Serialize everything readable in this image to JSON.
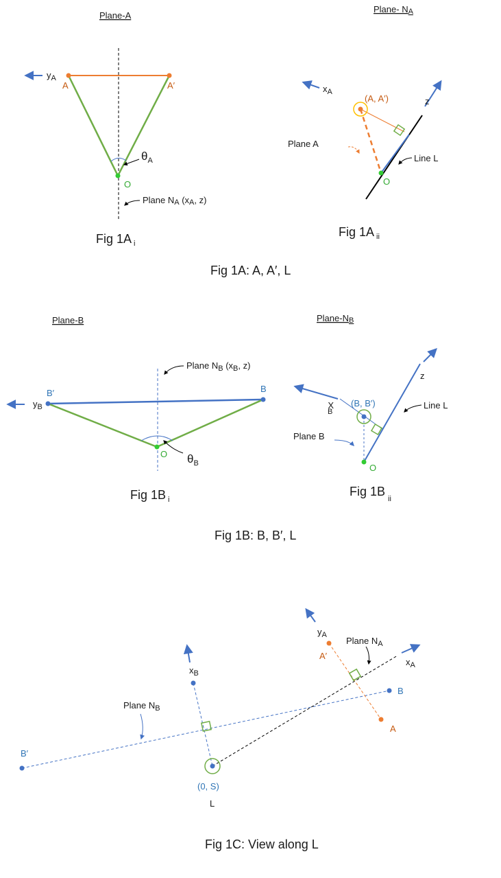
{
  "fig1a": {
    "plane_a_title": "Plane-A",
    "plane_na_title": "Plane- N",
    "plane_na_sub": "A",
    "label_y": "y",
    "label_y_sub": "A",
    "label_a": "A",
    "label_a_prime": "A′",
    "label_theta": "θ",
    "label_theta_sub": "A",
    "label_o": "O",
    "label_plane_na": "Plane N",
    "label_plane_na_sub": "A",
    "label_plane_na_rest": " (x",
    "label_plane_na_sub2": "A",
    "label_plane_na_end": ", z)",
    "cap_i": "Fig 1A",
    "cap_i_sub": "i",
    "label_x": "x",
    "label_x_sub": "A",
    "label_aa": "(A, A′)",
    "label_z": "z",
    "label_plane_a": "Plane A",
    "label_line_l": "Line L",
    "label_o2": "O",
    "cap_ii": "Fig 1A",
    "cap_ii_sub": "ii",
    "caption": "Fig 1A: A, A′, L"
  },
  "fig1b": {
    "plane_b_title": "Plane-B",
    "plane_nb_title": "Plane-N",
    "plane_nb_sub": "B",
    "label_y": "y",
    "label_y_sub": "B",
    "label_b_prime": "B′",
    "label_b": "B",
    "label_plane_nb": "Plane N",
    "label_plane_nb_sub": "B",
    "label_plane_nb_rest": " (x",
    "label_plane_nb_sub2": "B",
    "label_plane_nb_end": ", z)",
    "label_o": "O",
    "label_theta": "θ",
    "label_theta_sub": "B",
    "cap_i": "Fig 1B",
    "cap_i_sub": "i",
    "label_x": "X",
    "label_x_sub": "B",
    "label_bb": "(B, B′)",
    "label_z": "z",
    "label_line_l": "Line L",
    "label_plane_b": "Plane B",
    "label_o2": "O",
    "cap_ii": "Fig 1B",
    "cap_ii_sub": "ii",
    "caption": "Fig 1B: B, B′, L"
  },
  "fig1c": {
    "label_ya": "y",
    "label_ya_sub": "A",
    "label_plane_na": "Plane N",
    "label_plane_na_sub": "A",
    "label_a_prime": "A′",
    "label_xa": "x",
    "label_xa_sub": "A",
    "label_xb": "x",
    "label_xb_sub": "B",
    "label_b": "B",
    "label_plane_nb": "Plane N",
    "label_plane_nb_sub": "B",
    "label_a": "A",
    "label_b_prime": "B′",
    "label_os": "(0, S)",
    "label_l": "L",
    "caption": "Fig 1C: View along L"
  },
  "colors": {
    "green": "#70ad47",
    "orange": "#ed7d31",
    "blue": "#4472c4",
    "label_orange": "#c55a11",
    "label_green": "#33aa33",
    "label_blue": "#2e74b5"
  }
}
